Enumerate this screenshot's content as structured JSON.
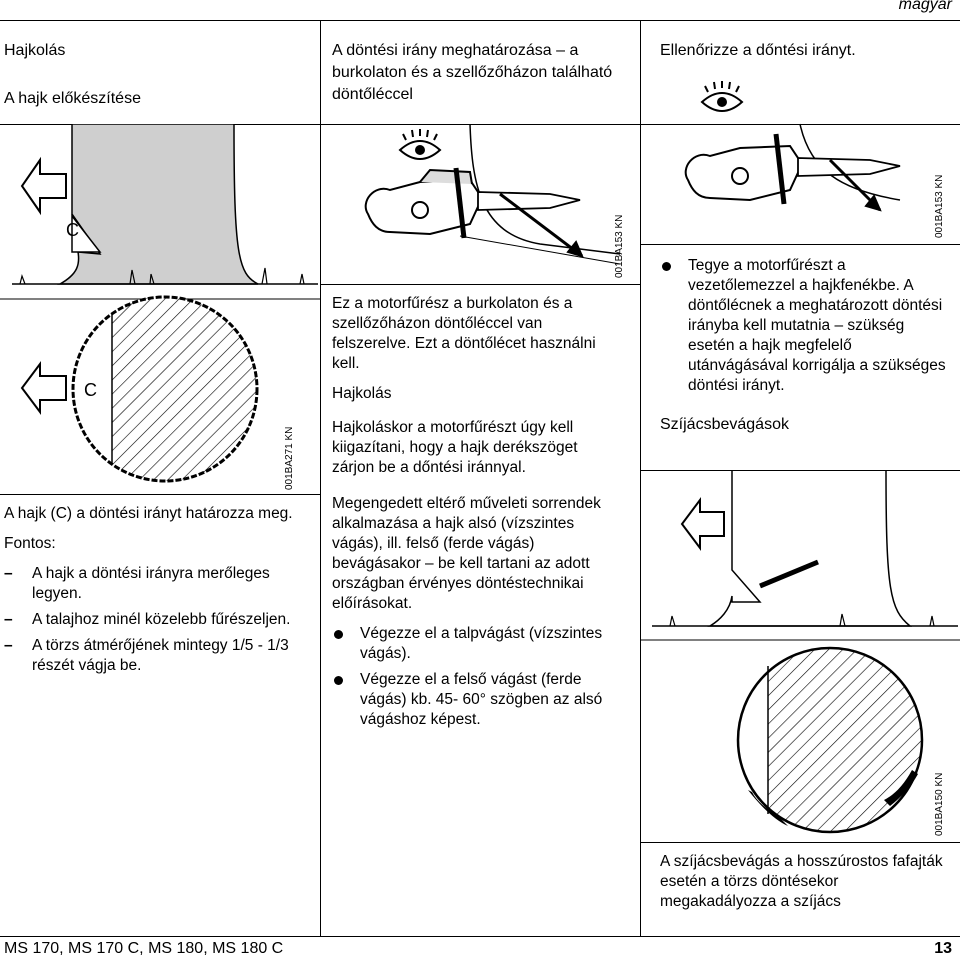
{
  "header": {
    "language": "magyar"
  },
  "col1": {
    "title1": "Hajkolás",
    "title2": "A hajk előkészítése",
    "fig1_label": "C",
    "fig2_label": "C",
    "fig_code": "001BA271 KN",
    "intro": "A hajk (C) a döntési irányt határozza meg.",
    "note": "Fontos:",
    "items": [
      "A hajk a döntési irányra merőleges legyen.",
      "A talajhoz minél közelebb fűrészeljen.",
      "A törzs átmérőjének mintegy 1/5 - 1/3 részét vágja be."
    ]
  },
  "col2": {
    "title": "A döntési irány meghatározása – a burkolaton és a szellőzőházon található döntőléccel",
    "fig_code": "001BA153 KN",
    "para1": "Ez a motorfűrész a burkolaton és a szellőzőházon döntőléccel van felszerelve. Ezt a döntőlécet használni kell.",
    "subtitle": "Hajkolás",
    "para2": "Hajkoláskor a motorfűrészt úgy kell kiigazítani, hogy a hajk derékszöget zárjon be a dőntési iránnyal.",
    "para3": "Megengedett eltérő műveleti sorrendek alkalmazása a hajk alsó (vízszintes vágás), ill. felső (ferde vágás) bevágásakor – be kell tartani az adott országban érvényes döntéstechnikai előírásokat.",
    "bullets": [
      "Végezze el a talpvágást (vízszintes vágás).",
      "Végezze el a felső vágást (ferde vágás) kb. 45- 60° szögben az alsó vágáshoz képest."
    ]
  },
  "col3": {
    "title": "Ellenőrizze a dőntési irányt.",
    "fig1_code": "001BA153 KN",
    "bullet": "Tegye a motorfűrészt a vezetőlemezzel a hajkfenékbe. A döntőlécnek a meghatározott döntési irányba kell mutatnia – szükség esetén a hajk megfelelő utánvágásával korrigálja a szükséges döntési irányt.",
    "subtitle": "Szíjácsbevágások",
    "fig2_code": "001BA150 KN",
    "caption": "A szíjácsbevágás a hosszúrostos fafajták esetén a törzs döntésekor megakadályozza a szíjács"
  },
  "footer": {
    "models": "MS 170, MS 170 C, MS 180, MS 180 C",
    "page": "13"
  }
}
